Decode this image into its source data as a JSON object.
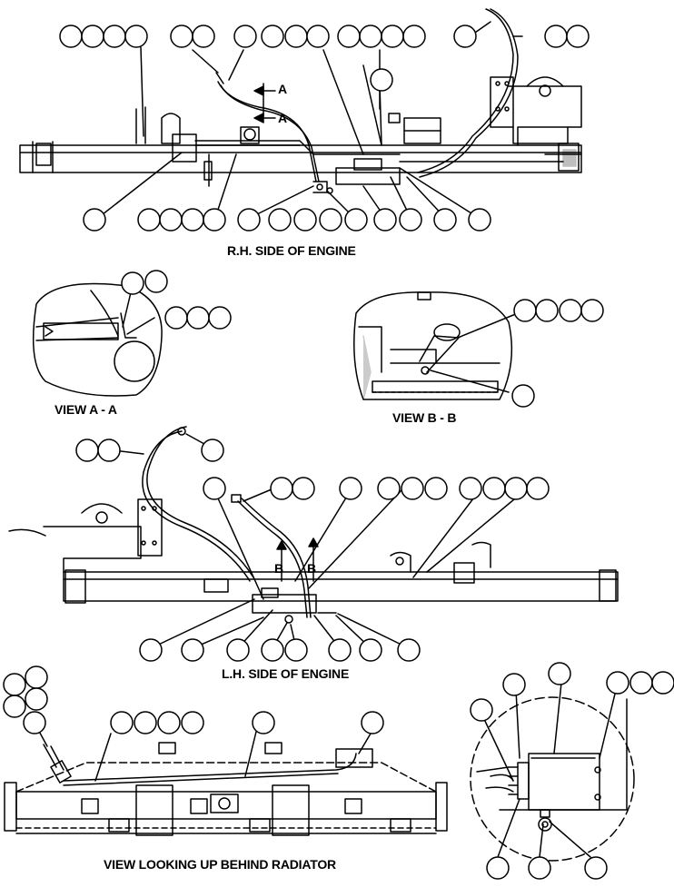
{
  "captions": {
    "rh_side": "R.H. SIDE OF ENGINE",
    "view_aa": "VIEW A - A",
    "view_bb": "VIEW B - B",
    "lh_side": "L.H. SIDE OF ENGINE",
    "view_radiator": "VIEW LOOKING UP BEHIND RADIATOR"
  },
  "view_markers": {
    "a": "A",
    "b": "B"
  }
}
